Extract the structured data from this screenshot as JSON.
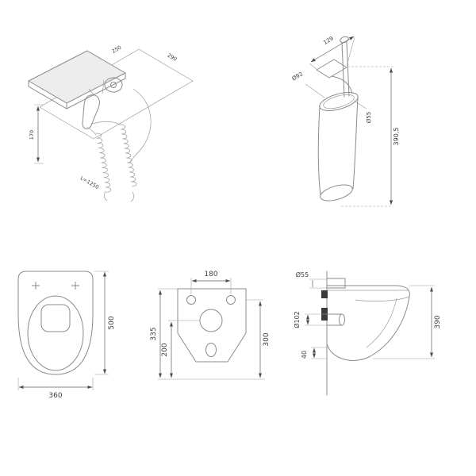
{
  "sheet": {
    "background": "#ffffff",
    "line_color": "#8b8b8b",
    "dimension_color": "#5f5f5f",
    "text_color": "#3d3d3d"
  },
  "drawings": {
    "shelf_shower": {
      "description": "hygienic-shower-with-shelf-isometric",
      "dims": {
        "width": "290",
        "depth": "250",
        "height": "170",
        "hose_length": "L=1250"
      }
    },
    "brush_holder": {
      "description": "wall-toilet-brush-holder-isometric",
      "dims": {
        "depth": "129",
        "cup_diameter": "Ø92",
        "brush_diameter": "Ø55",
        "height": "390,5"
      }
    },
    "toilet_plan": {
      "description": "wall-hung-toilet-top-view",
      "dims": {
        "width": "360",
        "depth": "500"
      }
    },
    "toilet_rear": {
      "description": "wall-hung-toilet-rear-mounting-view",
      "dims": {
        "bolt_spacing": "180",
        "height_left": "335",
        "height_center": "200",
        "height_right": "300"
      }
    },
    "toilet_side": {
      "description": "wall-hung-toilet-side-view",
      "dims": {
        "inlet_diameter": "Ø55",
        "outlet_diameter": "Ø102",
        "height": "390",
        "bottom_gap": "40"
      }
    }
  }
}
